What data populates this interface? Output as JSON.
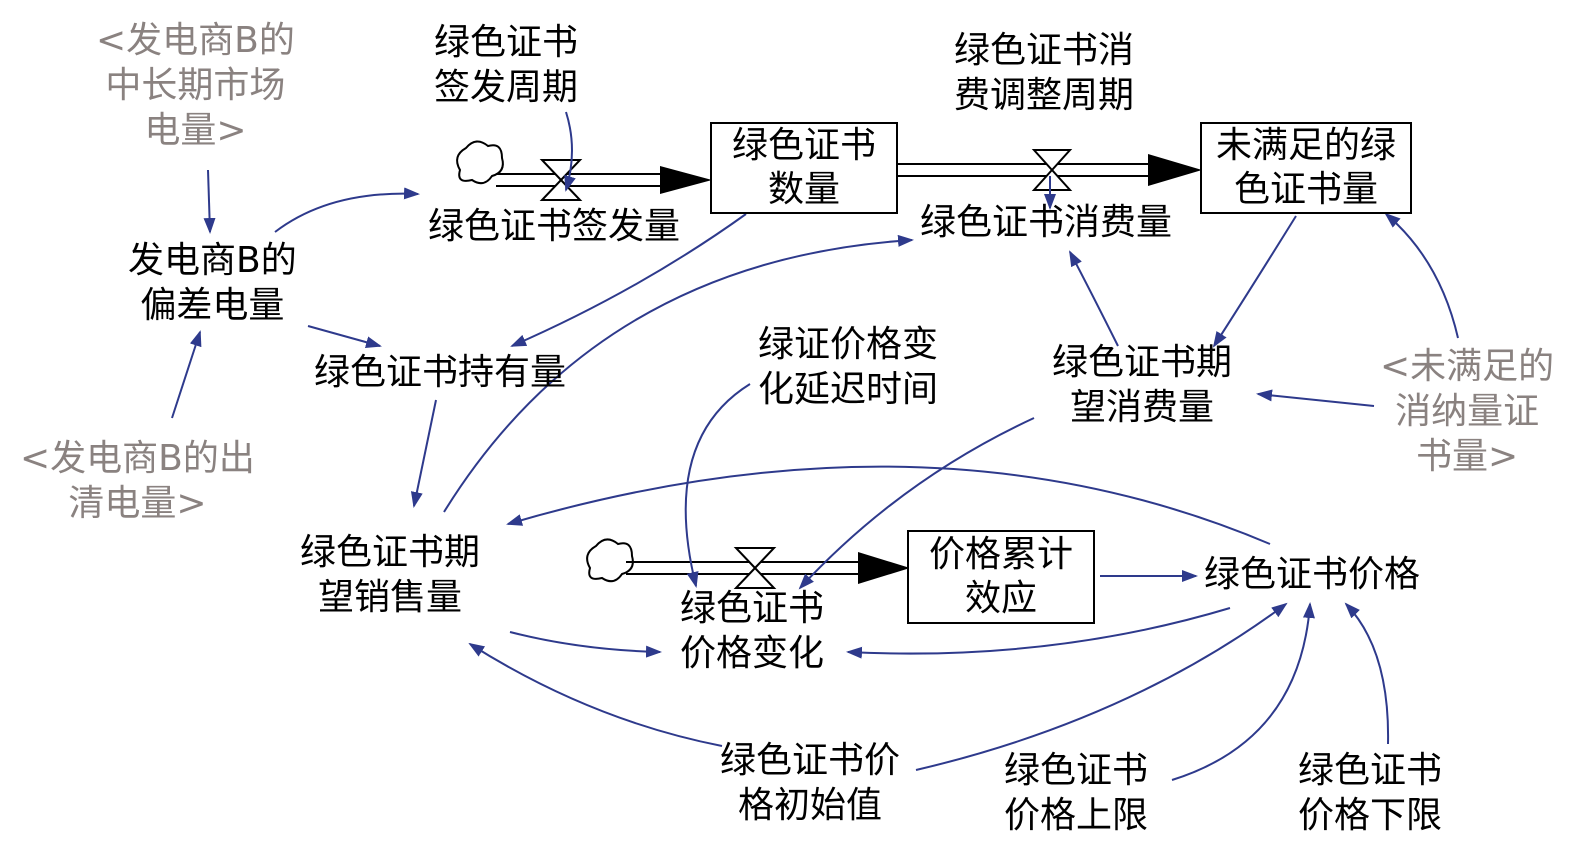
{
  "colors": {
    "arrow": "#2e3a8c",
    "text": "#000000",
    "shadow_text": "#8a8280",
    "pipe": "#000000"
  },
  "stocks": {
    "cert_count": [
      "绿色证书",
      "数量"
    ],
    "unmet_cert": [
      "未满足的绿",
      "色证书量"
    ],
    "price_effect": [
      "价格累计",
      "效应"
    ]
  },
  "flows": {
    "issue": [
      "绿色证书签发量"
    ],
    "consume": [
      "绿色证书消费量"
    ],
    "price_change": [
      "绿色证书",
      "价格变化"
    ]
  },
  "variables": {
    "issue_period": [
      "绿色证书",
      "签发周期"
    ],
    "consume_adjust": [
      "绿色证书消",
      "费调整周期"
    ],
    "deviation": [
      "发电商B的",
      "偏差电量"
    ],
    "holding": [
      "绿色证书持有量"
    ],
    "expected_consume": [
      "绿色证书期",
      "望消费量"
    ],
    "price_delay": [
      "绿证价格变",
      "化延迟时间"
    ],
    "expected_sales": [
      "绿色证书期",
      "望销售量"
    ],
    "price": [
      "绿色证书价格"
    ],
    "price_initial": [
      "绿色证书价",
      "格初始值"
    ],
    "price_upper": [
      "绿色证书",
      "价格上限"
    ],
    "price_lower": [
      "绿色证书",
      "价格下限"
    ]
  },
  "shadow_variables": {
    "mid_long_market": [
      "<发电商B的",
      "中长期市场",
      "电量>"
    ],
    "clearing": [
      "<发电商B的出",
      "清电量>"
    ],
    "unmet_absorb": [
      "<未满足的",
      "消纳量证",
      "书量>"
    ]
  }
}
